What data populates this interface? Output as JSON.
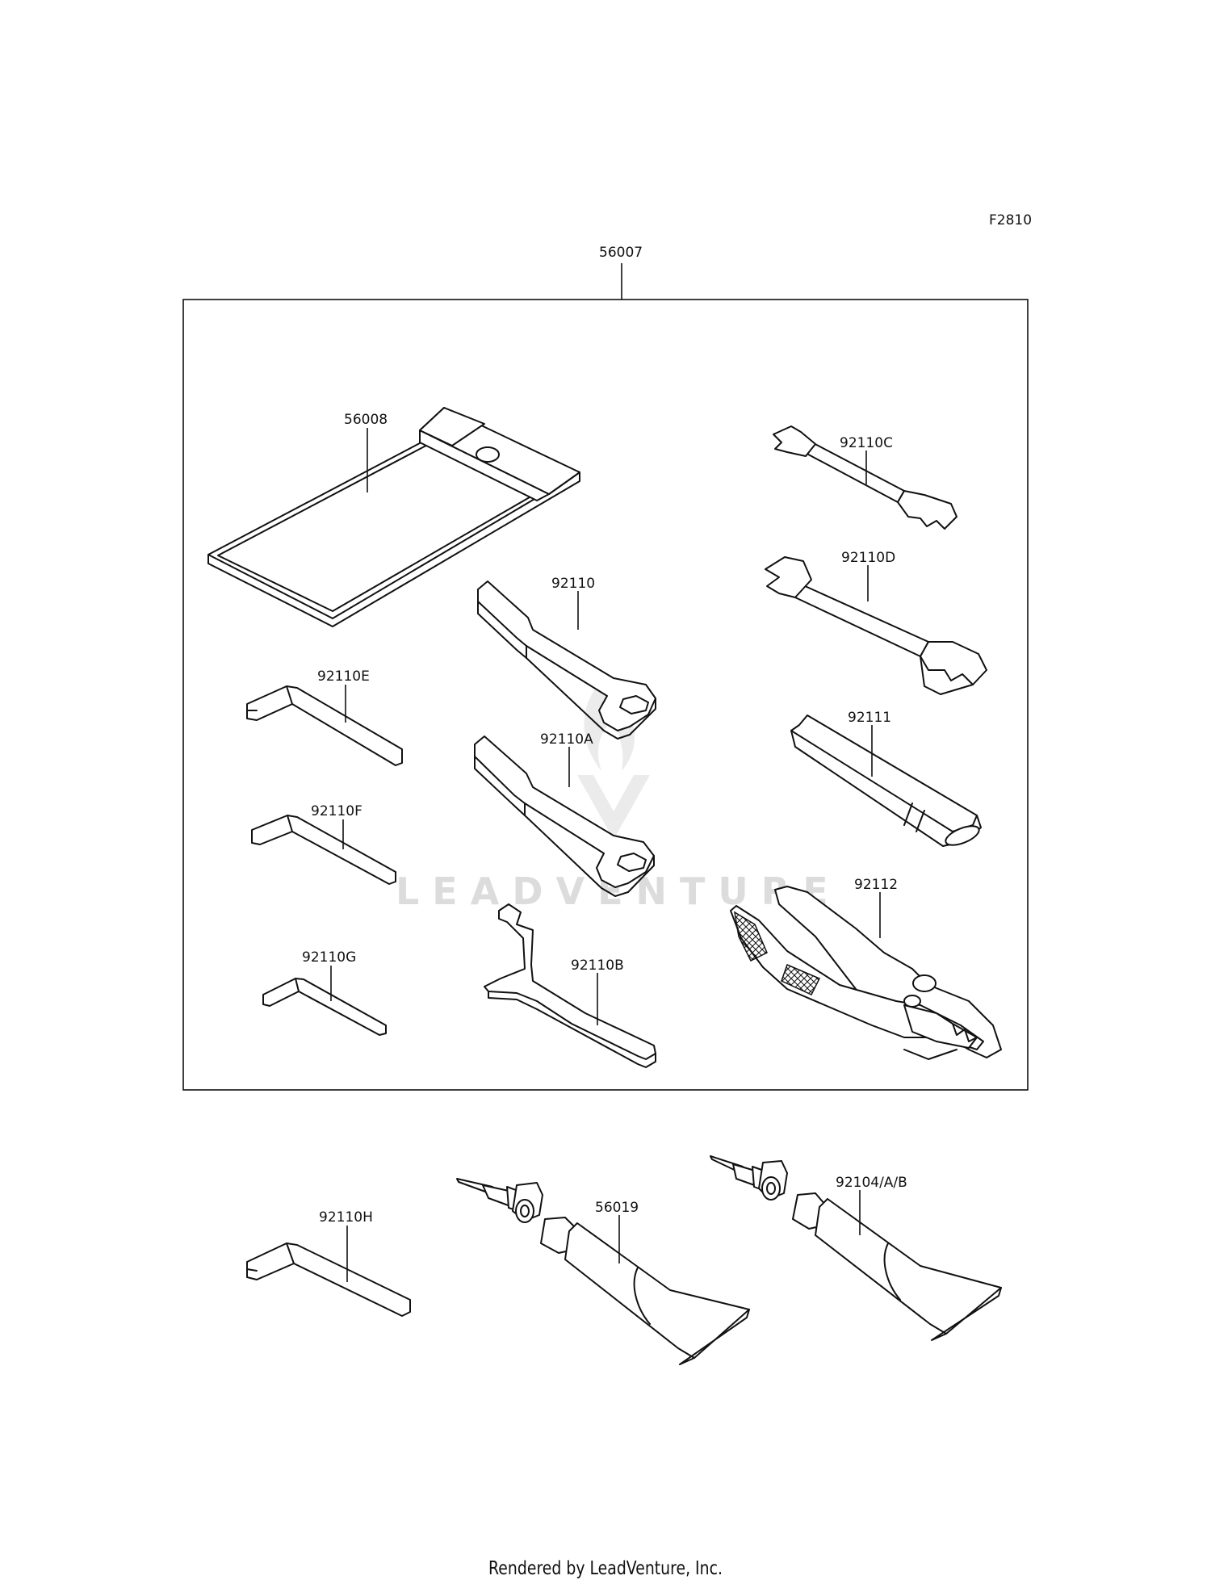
{
  "figure_code": "F2810",
  "kit": {
    "part_number": "56007"
  },
  "parts": {
    "p56008": "56008",
    "p92110C": "92110C",
    "p92110D": "92110D",
    "p92110": "92110",
    "p92110E": "92110E",
    "p92111": "92111",
    "p92110A": "92110A",
    "p92110F": "92110F",
    "p92112": "92112",
    "p92110G": "92110G",
    "p92110B": "92110B",
    "p92110H": "92110H",
    "p56019": "56019",
    "p92104": "92104/A/B"
  },
  "watermark": {
    "text": "LEADVENTURE"
  },
  "footer": {
    "credit": "Rendered by LeadVenture, Inc."
  }
}
